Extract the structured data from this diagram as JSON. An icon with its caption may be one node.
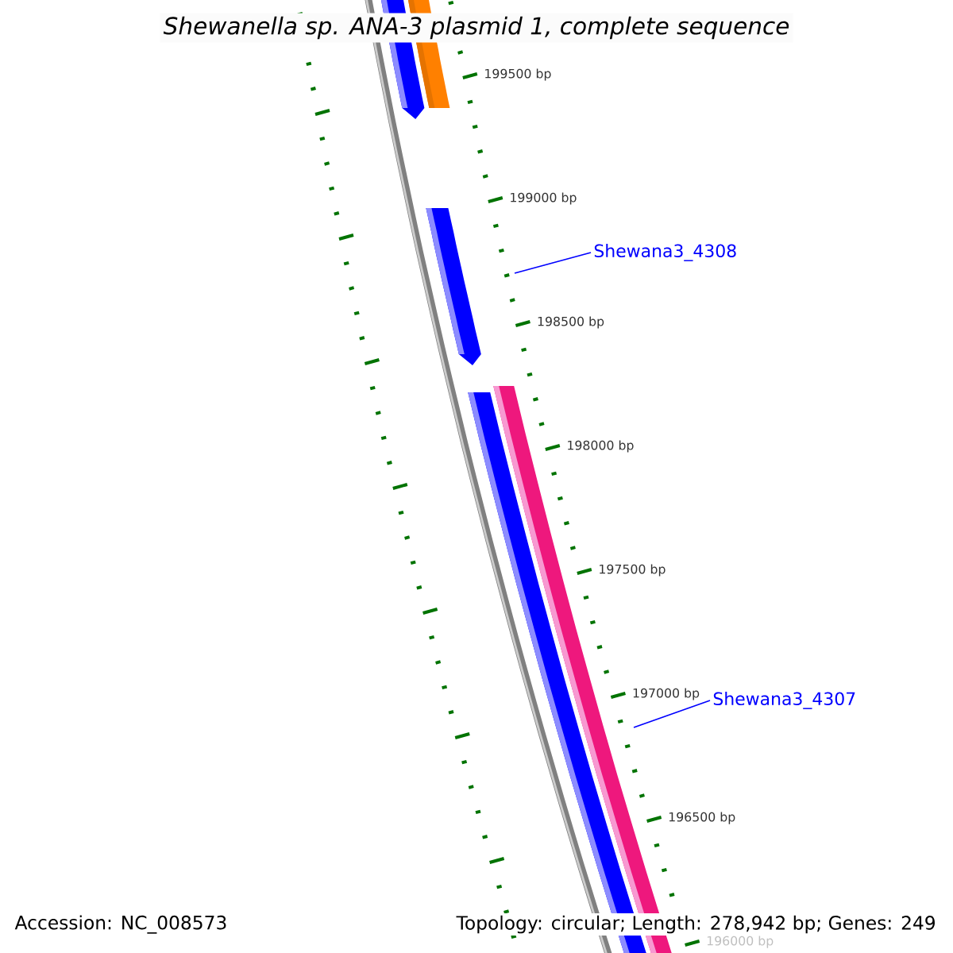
{
  "diagram": {
    "title": "Shewanella sp. ANA-3 plasmid 1, complete sequence",
    "nodes": [
      {
        "text": [
          "Shewana3_4308"
        ]
      },
      {
        "text": [
          "Shewana3_4307"
        ]
      }
    ],
    "edges": [
      {
        "from": 0,
        "to": null,
        "arrow": "none"
      },
      {
        "from": 1,
        "to": null,
        "arrow": "none"
      }
    ],
    "labels": [
      "199500 bp",
      "199000 bp",
      "198500 bp",
      "198000 bp",
      "197500 bp",
      "197000 bp",
      "196500 bp",
      "196000 bp",
      "Accession: NC_008573",
      "Topology: circular; Length: 278,942 bp; Genes: 249"
    ]
  }
}
